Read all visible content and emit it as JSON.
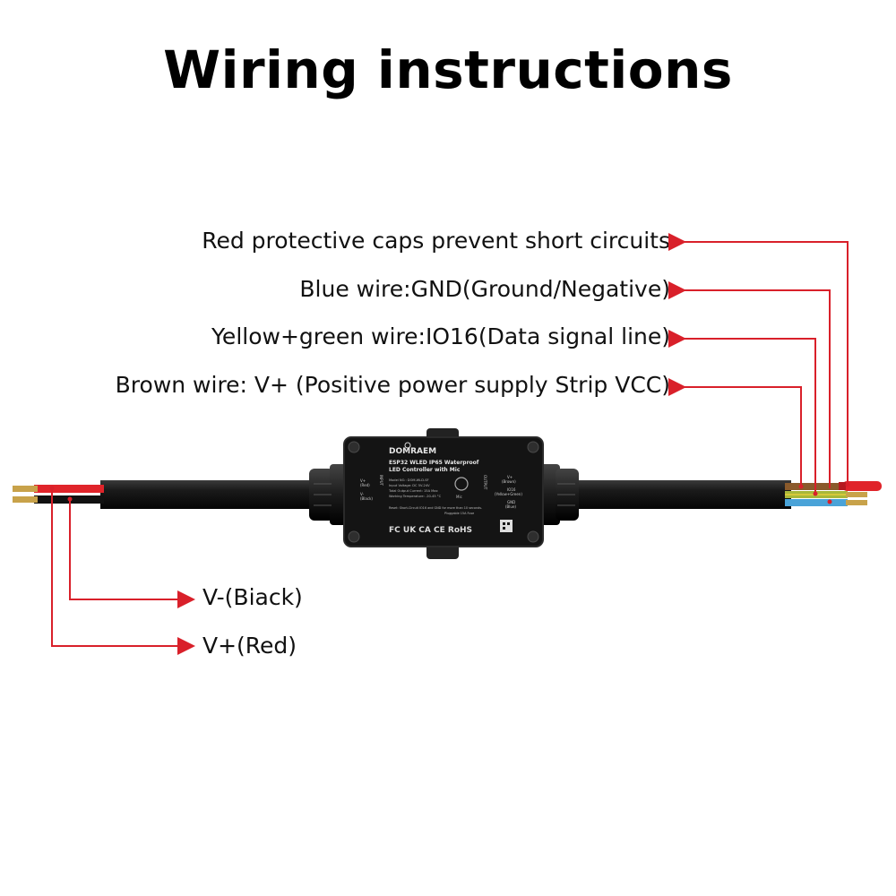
{
  "title": "Wiring instructions",
  "callouts_right": [
    {
      "text": "Red protective caps prevent short circuits"
    },
    {
      "text": "Blue wire:GND(Ground/Negative)"
    },
    {
      "text": "Yellow+green wire:IO16(Data signal line)"
    },
    {
      "text": "Brown wire: V+ (Positive power supply Strip VCC)"
    }
  ],
  "callouts_left": [
    {
      "text": "V-(Biack)"
    },
    {
      "text": "V+(Red)"
    }
  ],
  "device": {
    "brand": "DOMRAEM",
    "product_line1": "ESP32 WLED IP65 Waterproof",
    "product_line2": "LED Controller with Mic",
    "model": "Model NO.: DOM-WLD-SF",
    "input_voltage": "Input Voltage: DC 5V-24V",
    "output_current": "Total Output Current: 15A Max",
    "working_temp": "Working Temperature: -20-45 °C",
    "reset_note": "Reset: Short-Circuit IO16 and GND for more than 10 seconds.",
    "fuse": "Pluggable 15A Fuse",
    "mic_label": "Mic",
    "input_side": "INPUT",
    "output_side": "OUTPUT",
    "left_v_plus": "V+",
    "left_v_plus_color": "(Red)",
    "left_v_minus": "V-",
    "left_v_minus_color": "(Black)",
    "right_v_plus": "V+",
    "right_v_plus_color": "(Brown)",
    "right_io": "IO16",
    "right_io_color": "(Yellow+Green)",
    "right_gnd": "GND",
    "right_gnd_color": "(Blue)",
    "marks": "FC UK CA CE RoHS"
  },
  "colors": {
    "accent_red": "#d9202a",
    "brown_wire": "#8a5a2b",
    "yellow_green_wire": "#a8b83a",
    "blue_wire": "#4aa3d8",
    "red_wire": "#e0242a",
    "cable_black": "#1a1a1a",
    "copper": "#c8a24a"
  }
}
